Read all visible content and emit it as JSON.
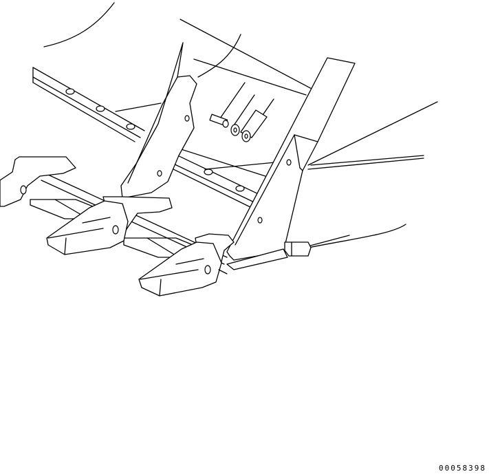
{
  "drawing": {
    "number": "00058398",
    "background": "#ffffff",
    "line_color": "#000000",
    "parts": [
      "bucket-body",
      "side-plate",
      "cutting-edge",
      "tooth",
      "adapter",
      "pin",
      "washer",
      "lock"
    ]
  }
}
